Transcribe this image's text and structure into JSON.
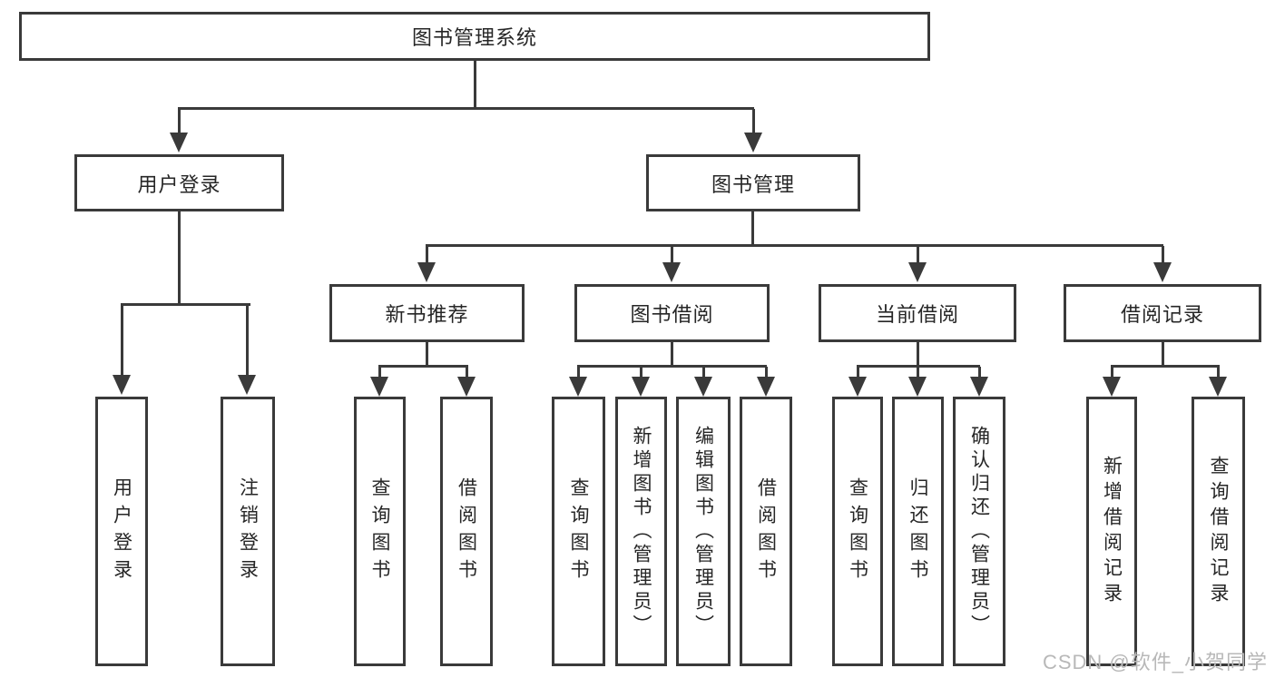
{
  "diagram": {
    "root": {
      "label": "图书管理系统",
      "children": [
        {
          "label": "用户登录",
          "children": [
            {
              "label": "用户登录"
            },
            {
              "label": "注销登录"
            }
          ]
        },
        {
          "label": "图书管理",
          "children": [
            {
              "label": "新书推荐",
              "children": [
                {
                  "label": "查询图书"
                },
                {
                  "label": "借阅图书"
                }
              ]
            },
            {
              "label": "图书借阅",
              "children": [
                {
                  "label": "查询图书"
                },
                {
                  "label": "新增图书（管理员）"
                },
                {
                  "label": "编辑图书（管理员）"
                },
                {
                  "label": "借阅图书"
                }
              ]
            },
            {
              "label": "当前借阅",
              "children": [
                {
                  "label": "查询图书"
                },
                {
                  "label": "归还图书"
                },
                {
                  "label": "确认归还（管理员）"
                }
              ]
            },
            {
              "label": "借阅记录",
              "children": [
                {
                  "label": "新增借阅记录"
                },
                {
                  "label": "查询借阅记录"
                }
              ]
            }
          ]
        }
      ]
    }
  },
  "watermark": {
    "text": "CSDN @软件_小贺同学"
  },
  "theme": {
    "line_color": "#3a3a3a",
    "text_color": "#262626",
    "bg_color": "#ffffff",
    "watermark_color": "#b8b8b8"
  }
}
